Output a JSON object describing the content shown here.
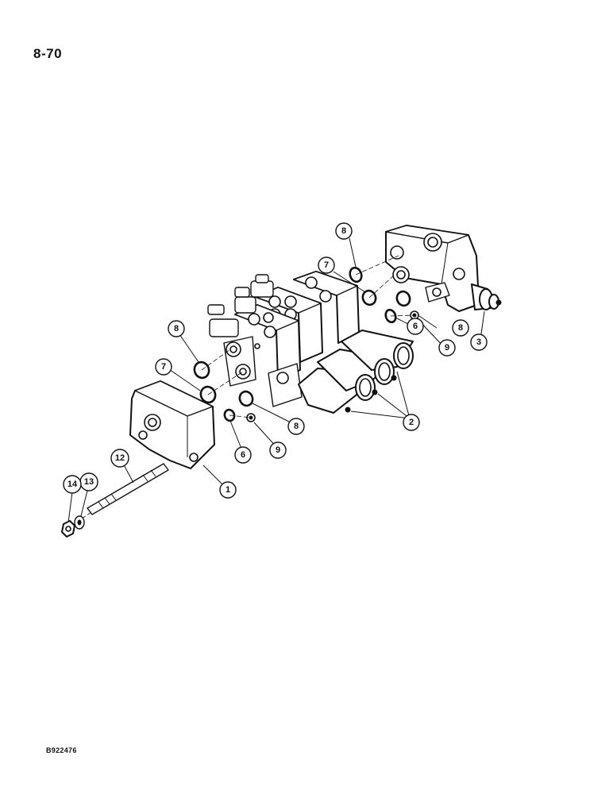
{
  "page_number": "8-70",
  "figure_code": "B922476",
  "callouts": [
    {
      "id": "c8a",
      "label": "8"
    },
    {
      "id": "c7a",
      "label": "7"
    },
    {
      "id": "c6a",
      "label": "6"
    },
    {
      "id": "c9a",
      "label": "9"
    },
    {
      "id": "c8b",
      "label": "8"
    },
    {
      "id": "c3",
      "label": "3"
    },
    {
      "id": "c2",
      "label": "2"
    },
    {
      "id": "c8c",
      "label": "8"
    },
    {
      "id": "c7b",
      "label": "7"
    },
    {
      "id": "c8d",
      "label": "8"
    },
    {
      "id": "c6b",
      "label": "6"
    },
    {
      "id": "c9b",
      "label": "9"
    },
    {
      "id": "c1",
      "label": "1"
    },
    {
      "id": "c12",
      "label": "12"
    },
    {
      "id": "c13",
      "label": "13"
    },
    {
      "id": "c14",
      "label": "14"
    }
  ]
}
